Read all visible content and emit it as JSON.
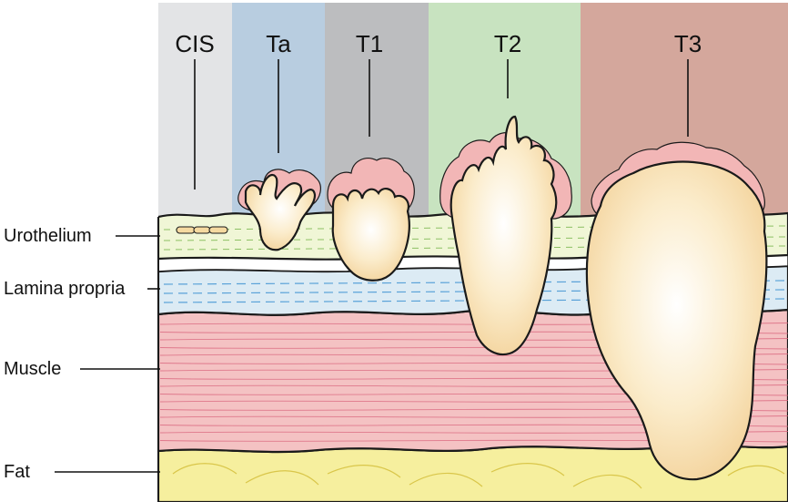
{
  "stages": [
    {
      "id": "cis",
      "label": "CIS",
      "color": "#e3e4e6"
    },
    {
      "id": "ta",
      "label": "Ta",
      "color": "#b8cde0"
    },
    {
      "id": "t1",
      "label": "T1",
      "color": "#bcbdbf"
    },
    {
      "id": "t2",
      "label": "T2",
      "color": "#c8e3c0"
    },
    {
      "id": "t3",
      "label": "T3",
      "color": "#d4a79c"
    }
  ],
  "layers": [
    {
      "id": "urothelium",
      "label": "Urothelium",
      "color": "#f0f6d6"
    },
    {
      "id": "lamina",
      "label": "Lamina propria",
      "color": "#dcebf4"
    },
    {
      "id": "muscle",
      "label": "Muscle",
      "color": "#f4c2c3"
    },
    {
      "id": "fat",
      "label": "Fat",
      "color": "#f6ef9e"
    }
  ],
  "tumor_color": "#f5d9a0",
  "frond_color": "#f2b6b6"
}
